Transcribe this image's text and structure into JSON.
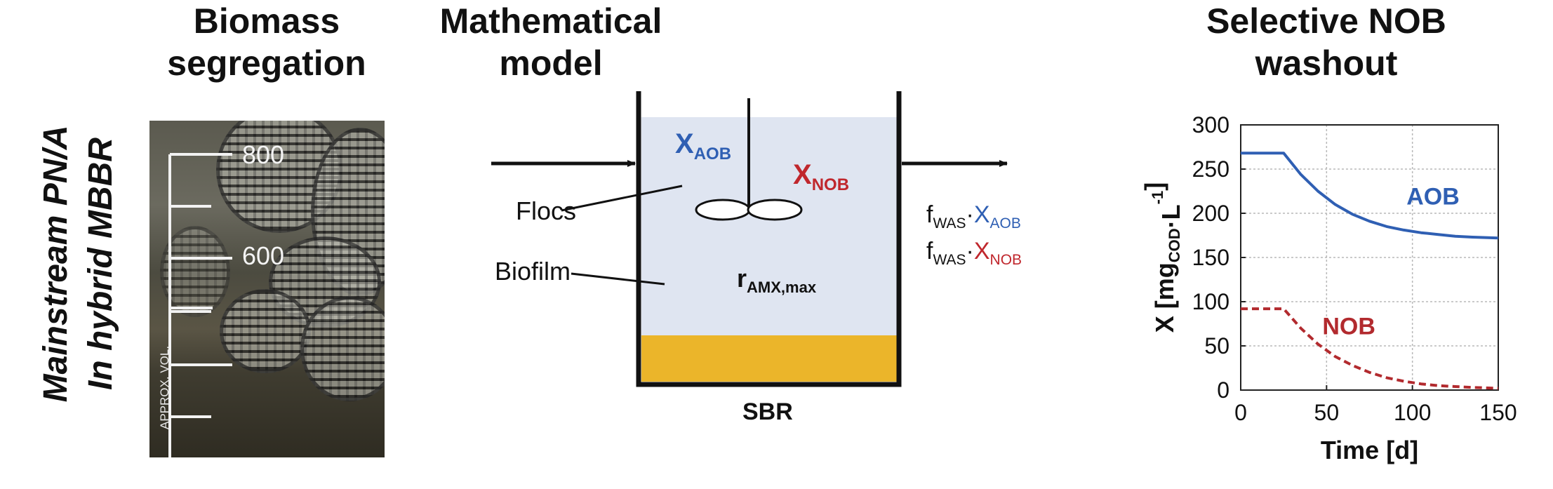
{
  "headings": {
    "left_line1": "Biomass",
    "left_line2": "segregation",
    "mid_line1": "Mathematical",
    "mid_line2": "model",
    "right_line1": "Selective NOB",
    "right_line2": "washout"
  },
  "side_title": {
    "line1": "Mainstream PN/A",
    "line2": "In hybrid MBBR"
  },
  "photo": {
    "mark_800": "800",
    "mark_600": "600",
    "vertical_label": "APPROX. VOL."
  },
  "reactor": {
    "x_aob_main": "X",
    "x_aob_sub": "AOB",
    "x_nob_main": "X",
    "x_nob_sub": "NOB",
    "flocs_label": "Flocs",
    "biofilm_label": "Biofilm",
    "r_main": "r",
    "r_sub": "AMX,max",
    "sbr_label": "SBR",
    "f_main": "f",
    "f_sub": "WAS",
    "dot": "·",
    "waste_aob_main": "X",
    "waste_aob_sub": "AOB",
    "waste_nob_main": "X",
    "waste_nob_sub": "NOB",
    "colors": {
      "aob": "#2f5fb3",
      "nob": "#c0272d",
      "floc_zone": "#dfe5f1",
      "biofilm_zone": "#ebb52a"
    }
  },
  "chart_data": {
    "type": "line",
    "xlabel": "Time [d]",
    "ylabel_pre": "X [mg",
    "ylabel_sub": "COD",
    "ylabel_mid": "·L",
    "ylabel_sup": "-1",
    "ylabel_post": "]",
    "xlim": [
      0,
      150
    ],
    "ylim": [
      0,
      300
    ],
    "xticks": [
      "0",
      "50",
      "100",
      "150"
    ],
    "yticks": [
      "0",
      "50",
      "100",
      "150",
      "200",
      "250",
      "300"
    ],
    "grid": true,
    "series": [
      {
        "name": "AOB",
        "color": "#2f5fb3",
        "style": "solid",
        "x": [
          0,
          25,
          35,
          45,
          55,
          65,
          75,
          85,
          95,
          105,
          115,
          125,
          135,
          150
        ],
        "y": [
          268,
          268,
          244,
          225,
          210,
          199,
          191,
          185,
          181,
          178,
          176,
          174,
          173,
          172
        ]
      },
      {
        "name": "NOB",
        "color": "#b22a2e",
        "style": "dashed",
        "x": [
          0,
          25,
          35,
          45,
          55,
          65,
          75,
          85,
          95,
          105,
          115,
          125,
          135,
          150
        ],
        "y": [
          92,
          92,
          70,
          52,
          38,
          28,
          20,
          14,
          10,
          7,
          5,
          4,
          3,
          2
        ]
      }
    ]
  }
}
